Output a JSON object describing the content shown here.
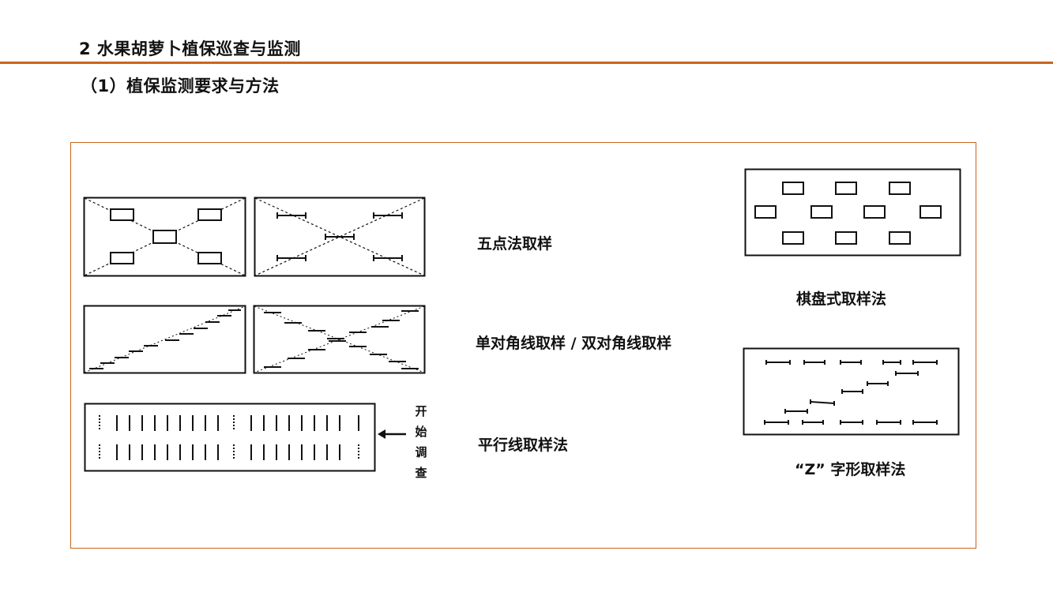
{
  "header": {
    "section_title": "2  水果胡萝卜植保巡查与监测",
    "subtitle": "（1）植保监测要求与方法"
  },
  "methods": {
    "five_point": "五点法取样",
    "diagonal": "单对角线取样 / 双对角线取样",
    "parallel": "平行线取样法",
    "checkerboard": "棋盘式取样法",
    "z_shape": "“Z” 字形取样法"
  },
  "start_survey": [
    "开",
    "始",
    "调",
    "查"
  ],
  "colors": {
    "accent": "#c8651c",
    "ink": "#111111"
  }
}
